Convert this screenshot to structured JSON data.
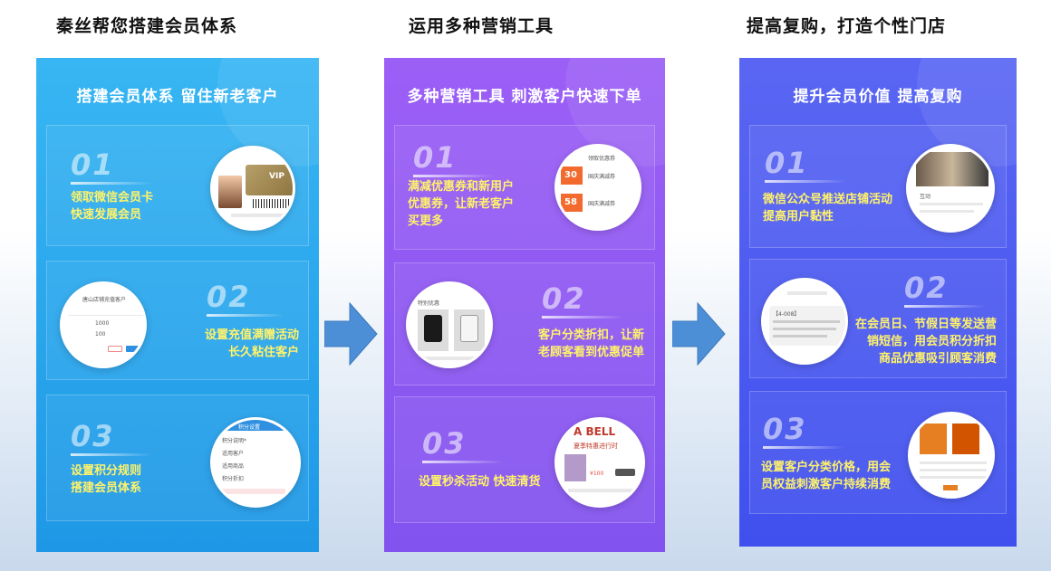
{
  "headings": [
    "秦丝帮您搭建会员体系",
    "运用多种营销工具",
    "提高复购，打造个性门店"
  ],
  "panels": [
    {
      "title": "搭建会员体系  留住新老客户",
      "steps": [
        {
          "num": "01",
          "lines": [
            "领取微信会员卡",
            "快速发展会员"
          ]
        },
        {
          "num": "02",
          "lines": [
            "设置充值满赠活动",
            "长久粘住客户"
          ]
        },
        {
          "num": "03",
          "lines": [
            "设置积分规则",
            "搭建会员体系"
          ]
        }
      ]
    },
    {
      "title": "多种营销工具  刺激客户快速下单",
      "steps": [
        {
          "num": "01",
          "lines": [
            "满减优惠券和新用户",
            "优惠券，让新老客户",
            "买更多"
          ]
        },
        {
          "num": "02",
          "lines": [
            "客户分类折扣，让新",
            "老顾客看到优惠促单"
          ]
        },
        {
          "num": "03",
          "lines": [
            "设置秒杀活动 快速清货"
          ]
        }
      ]
    },
    {
      "title": "提升会员价值  提高复购",
      "steps": [
        {
          "num": "01",
          "lines": [
            "微信公众号推送店铺活动",
            "提高用户黏性"
          ]
        },
        {
          "num": "02",
          "lines": [
            "在会员日、节假日等发送营",
            "销短信，用会员积分折扣",
            "商品优惠吸引顾客消费"
          ]
        },
        {
          "num": "03",
          "lines": [
            "设置客户分类价格，用会",
            "员权益刺激客户持续消费"
          ]
        }
      ]
    }
  ],
  "mini": {
    "vip": "VIP",
    "recharge_title": "唐山店铺充值客户",
    "recharge_amount": "1000",
    "recharge_gift": "100",
    "points_title": "积分设置",
    "points_rows": [
      "积分说明*",
      "适用客户",
      "适用商品",
      "积分折扣"
    ],
    "coupon_title": "领取优惠券",
    "coupon_values": [
      "30",
      "58"
    ],
    "coupon_name": "国庆满减券",
    "sale_banner": "A BELL",
    "sale_title": "夏季特惠进行时",
    "sale_price": "¥100",
    "discount_title": "特别优惠",
    "article_title": "互动",
    "sms_label": "【4-008】"
  },
  "colors": {
    "panel1": "#2fa4ec",
    "panel2": "#8f5cf5",
    "panel3": "#4a5df0",
    "step_text": "#fff36a",
    "arrow": "#4d8fd6"
  }
}
